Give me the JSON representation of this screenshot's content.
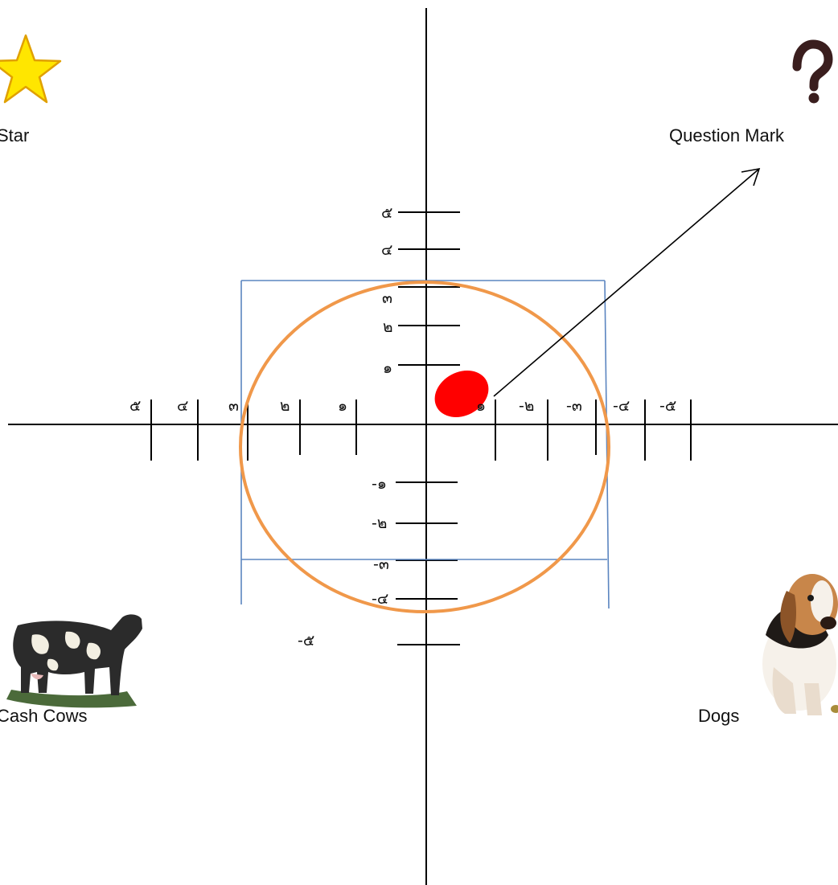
{
  "quadrants": {
    "star": {
      "label": "Star",
      "icon": "star-icon"
    },
    "question_mark": {
      "label": "Question Mark",
      "icon": "question-mark-icon"
    },
    "cash_cows": {
      "label": "Cash Cows",
      "icon": "cow-icon"
    },
    "dogs": {
      "label": "Dogs",
      "icon": "dog-icon"
    }
  },
  "axes": {
    "y_positive": [
      "๑",
      "๒",
      "๓",
      "๔",
      "๕"
    ],
    "y_negative": [
      "-๑",
      "-๒",
      "-๓",
      "-๔",
      "-๕"
    ],
    "x_left": [
      "๑",
      "๒",
      "๓",
      "๔",
      "๕"
    ],
    "x_right": [
      "๑",
      "-๒",
      "-๓",
      "-๔",
      "-๕"
    ]
  },
  "colors": {
    "axis": "#000000",
    "box": "#5b85c0",
    "circle": "#f0984a",
    "marker": "#ff0000",
    "star_fill": "#ffe600",
    "star_stroke": "#e0a000",
    "question": "#3a1e1e"
  }
}
